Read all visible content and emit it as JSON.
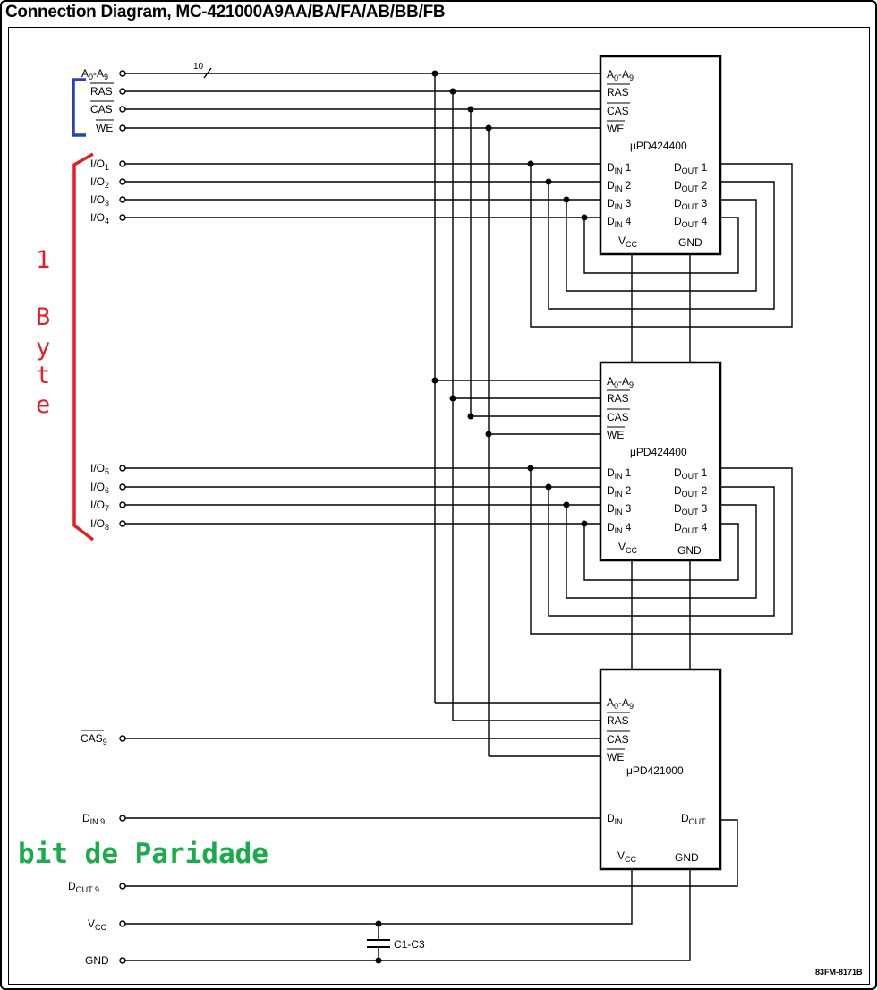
{
  "title": "Connection Diagram, MC-421000A9AA/BA/FA/AB/BB/FB",
  "drawing_code": "83FM-8171B",
  "bus_width_label": "10",
  "capacitor_label": "C1-C3",
  "annotations": {
    "byte_lines": [
      "1",
      "B",
      "y",
      "t",
      "e"
    ],
    "parity": "bit de Paridade"
  },
  "left_signals": {
    "address": {
      "main": "A",
      "sub": "0",
      "mid": "-A",
      "sub2": "9"
    },
    "ras": "RAS",
    "cas": "CAS",
    "we": "WE",
    "io": [
      {
        "main": "I/O",
        "sub": "1"
      },
      {
        "main": "I/O",
        "sub": "2"
      },
      {
        "main": "I/O",
        "sub": "3"
      },
      {
        "main": "I/O",
        "sub": "4"
      },
      {
        "main": "I/O",
        "sub": "5"
      },
      {
        "main": "I/O",
        "sub": "6"
      },
      {
        "main": "I/O",
        "sub": "7"
      },
      {
        "main": "I/O",
        "sub": "8"
      }
    ],
    "cas9": {
      "main": "CAS",
      "sub": "9"
    },
    "din9": {
      "main": "D",
      "sub": "IN 9"
    },
    "dout9": {
      "main": "D",
      "sub": "OUT 9"
    },
    "vcc": {
      "main": "V",
      "sub": "CC"
    },
    "gnd": "GND"
  },
  "chips": [
    {
      "part": "μPD424400"
    },
    {
      "part": "μPD424400"
    },
    {
      "part": "μPD421000"
    }
  ],
  "pins": {
    "addr": {
      "main": "A",
      "sub": "0",
      "mid": "-A",
      "sub2": "9"
    },
    "ras": "RAS",
    "cas": "CAS",
    "we": "WE",
    "din": [
      {
        "main": "D",
        "sub": "IN",
        "num": "1"
      },
      {
        "main": "D",
        "sub": "IN",
        "num": "2"
      },
      {
        "main": "D",
        "sub": "IN",
        "num": "3"
      },
      {
        "main": "D",
        "sub": "IN",
        "num": "4"
      }
    ],
    "dout": [
      {
        "main": "D",
        "sub": "OUT",
        "num": "1"
      },
      {
        "main": "D",
        "sub": "OUT",
        "num": "2"
      },
      {
        "main": "D",
        "sub": "OUT",
        "num": "3"
      },
      {
        "main": "D",
        "sub": "OUT",
        "num": "4"
      }
    ],
    "vcc": {
      "main": "V",
      "sub": "CC"
    },
    "gnd": "GND",
    "din_single": {
      "main": "D",
      "sub": "IN"
    },
    "dout_single": {
      "main": "D",
      "sub": "OUT"
    }
  }
}
